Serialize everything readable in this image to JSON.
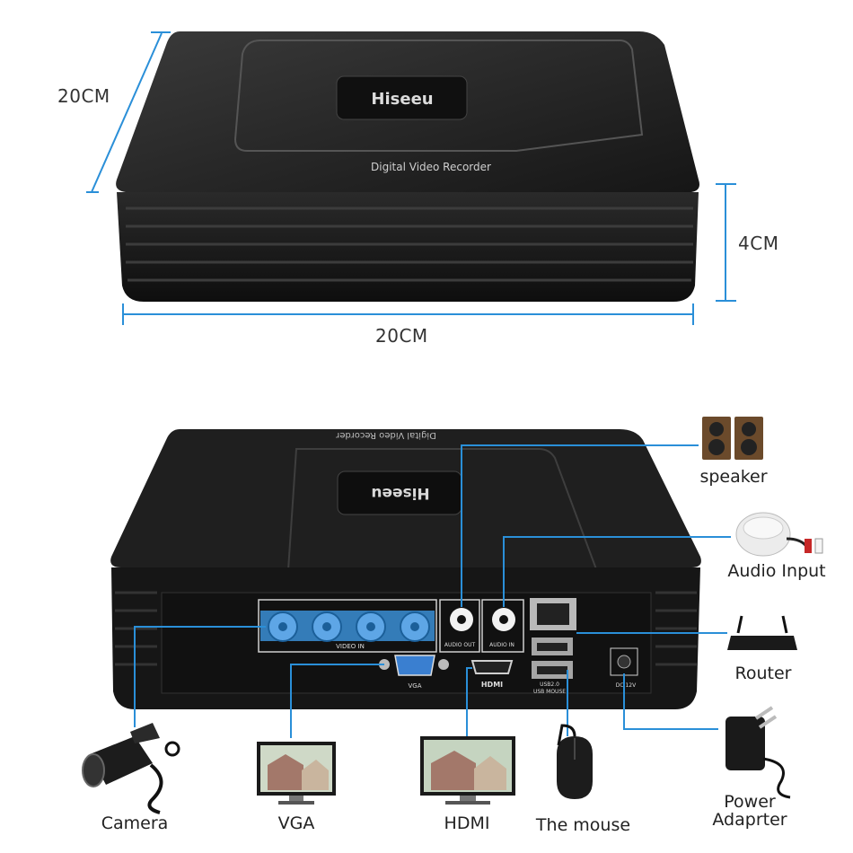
{
  "dimensions": {
    "width": "20CM",
    "depth": "20CM",
    "height": "4CM"
  },
  "device": {
    "brand": "Hiseeu",
    "model_text": "Digital Video Recorder",
    "ports": {
      "video_in": "VIDEO IN",
      "audio_out": "AUDIO OUT",
      "audio_in": "AUDIO IN",
      "vga": "VGA",
      "hdmi": "HDMI",
      "usb": "USB2.0",
      "usb_mouse": "USB MOUSE",
      "dc": "DC 12V"
    }
  },
  "connections": {
    "speaker": "speaker",
    "audio_input": "Audio Input",
    "router": "Router",
    "power_line1": "Power",
    "power_line2": "Adaprter",
    "camera": "Camera",
    "vga": "VGA",
    "hdmi": "HDMI",
    "mouse": "The mouse"
  },
  "colors": {
    "accent": "#2a8fd8",
    "device": "#1c1c1c",
    "port_highlight": "#3b8fd6"
  }
}
